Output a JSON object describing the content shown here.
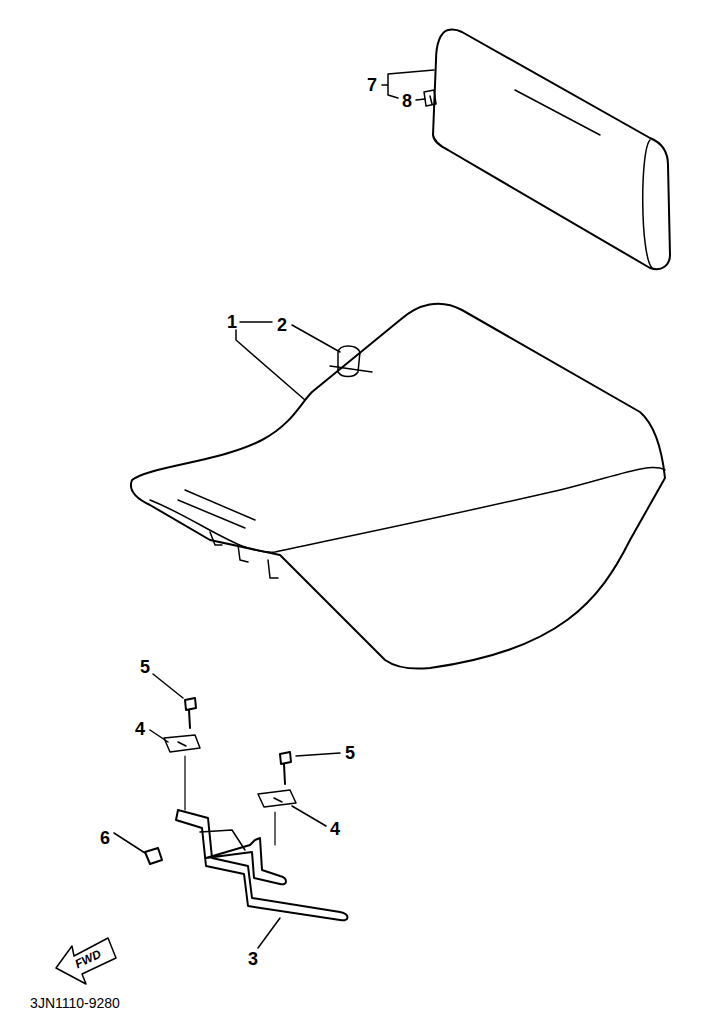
{
  "diagram": {
    "labels": [
      "7",
      "8",
      "1",
      "2",
      "5",
      "4",
      "5",
      "6",
      "4",
      "3",
      "FWD",
      "3JN1110-9280"
    ]
  }
}
